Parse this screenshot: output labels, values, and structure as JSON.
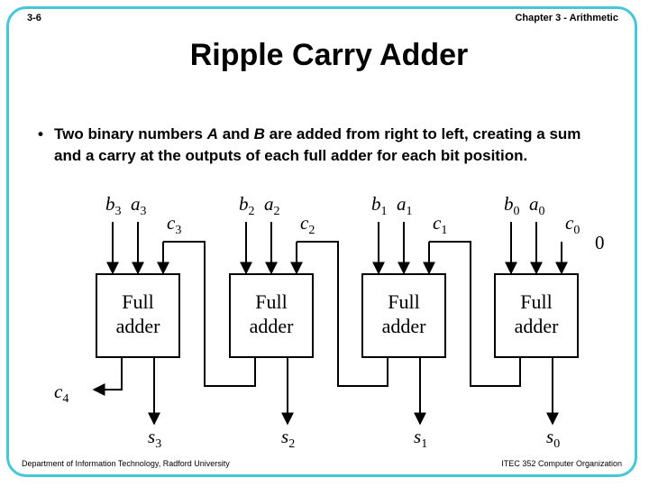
{
  "header": {
    "slide_number": "3-6",
    "chapter": "Chapter 3 - Arithmetic"
  },
  "title": "Ripple Carry Adder",
  "bullet": {
    "symbol": "•",
    "text_before_a": "Two binary numbers ",
    "var_a": "A",
    "text_and": " and ",
    "var_b": "B",
    "text_after_b": " are added from right to left, creating a sum and a carry at the outputs of each full adder for each bit position."
  },
  "diagram": {
    "adders": [
      {
        "line1": "Full",
        "line2": "adder"
      },
      {
        "line1": "Full",
        "line2": "adder"
      },
      {
        "line1": "Full",
        "line2": "adder"
      },
      {
        "line1": "Full",
        "line2": "adder"
      }
    ],
    "inputs": [
      {
        "b": "b",
        "b_sub": "3",
        "a": "a",
        "a_sub": "3",
        "c": "c",
        "c_sub": "3"
      },
      {
        "b": "b",
        "b_sub": "2",
        "a": "a",
        "a_sub": "2",
        "c": "c",
        "c_sub": "2"
      },
      {
        "b": "b",
        "b_sub": "1",
        "a": "a",
        "a_sub": "1",
        "c": "c",
        "c_sub": "1"
      },
      {
        "b": "b",
        "b_sub": "0",
        "a": "a",
        "a_sub": "0",
        "c": "c",
        "c_sub": "0"
      }
    ],
    "carry_in_value": "0",
    "carry_out": {
      "c": "c",
      "c_sub": "4"
    },
    "sums": [
      {
        "s": "s",
        "s_sub": "3"
      },
      {
        "s": "s",
        "s_sub": "2"
      },
      {
        "s": "s",
        "s_sub": "1"
      },
      {
        "s": "s",
        "s_sub": "0"
      }
    ]
  },
  "footer": {
    "left": "Department of Information Technology, Radford University",
    "right": "ITEC 352 Computer Organization"
  }
}
